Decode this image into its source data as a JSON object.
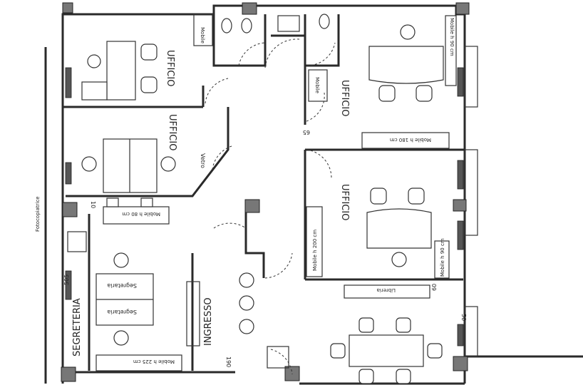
{
  "rooms": {
    "uff_top_left": "UFFICIO",
    "uff_mid_left": "UFFICIO",
    "uff_center": "UFFICIO",
    "uff_right": "UFFICIO",
    "segreteria": "SEGRETERIA",
    "ingresso": "INGRESSO"
  },
  "labels": {
    "mobile_bath": "Mobile",
    "mobile_corr": "Mobile",
    "mobile_90_top": "Mobile h 90 cm",
    "mobile_180": "Mobile h 180 cm",
    "mobile_80": "Mobile h 80 cm",
    "mobile_200": "Mobile h 200 cm",
    "mobile_90_right": "Mobile h 90 cm",
    "libreria": "Libreria",
    "segretaria_1": "Segretaria",
    "segretaria_2": "Segretaria",
    "mobile_225": "Mobile h 225 cm",
    "fotocopiatrice": "Fotocopiatrice",
    "vetro": "Vetro"
  },
  "dims": {
    "d65": "65",
    "d10": "10",
    "d505": "505",
    "d60": "60",
    "d50": "50",
    "d190": "190"
  }
}
